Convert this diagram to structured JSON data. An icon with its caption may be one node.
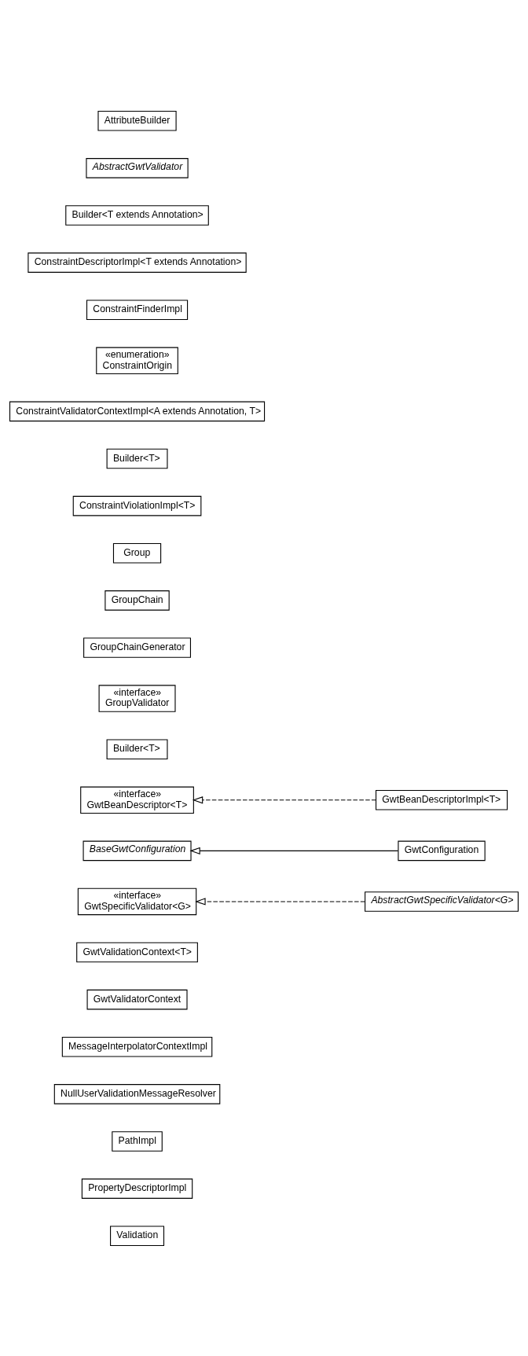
{
  "diagram": {
    "nodes": [
      {
        "text": [
          "AttributeBuilder"
        ]
      },
      {
        "text": [
          "AbstractGwtValidator"
        ]
      },
      {
        "text": [
          "Builder<T extends Annotation>"
        ]
      },
      {
        "text": [
          "ConstraintDescriptorImpl<T extends Annotation>"
        ]
      },
      {
        "text": [
          "ConstraintFinderImpl"
        ]
      },
      {
        "text": [
          "«enumeration»",
          "ConstraintOrigin"
        ]
      },
      {
        "text": [
          "ConstraintValidatorContextImpl<A extends Annotation, T>"
        ]
      },
      {
        "text": [
          "Builder<T>"
        ]
      },
      {
        "text": [
          "ConstraintViolationImpl<T>"
        ]
      },
      {
        "text": [
          "Group"
        ]
      },
      {
        "text": [
          "GroupChain"
        ]
      },
      {
        "text": [
          "GroupChainGenerator"
        ]
      },
      {
        "text": [
          "«interface»",
          "GroupValidator"
        ]
      },
      {
        "text": [
          "Builder<T>"
        ]
      },
      {
        "text": [
          "«interface»",
          "GwtBeanDescriptor<T>"
        ]
      },
      {
        "text": [
          "GwtBeanDescriptorImpl<T>"
        ]
      },
      {
        "text": [
          "BaseGwtConfiguration"
        ]
      },
      {
        "text": [
          "GwtConfiguration"
        ]
      },
      {
        "text": [
          "«interface»",
          "GwtSpecificValidator<G>"
        ]
      },
      {
        "text": [
          "AbstractGwtSpecificValidator<G>"
        ]
      },
      {
        "text": [
          "GwtValidationContext<T>"
        ]
      },
      {
        "text": [
          "GwtValidatorContext"
        ]
      },
      {
        "text": [
          "MessageInterpolatorContextImpl"
        ]
      },
      {
        "text": [
          "NullUserValidationMessageResolver"
        ]
      },
      {
        "text": [
          "PathImpl"
        ]
      },
      {
        "text": [
          "PropertyDescriptorImpl"
        ]
      },
      {
        "text": [
          "Validation"
        ]
      }
    ],
    "edges": [
      {
        "from": 15,
        "to": 14,
        "arrow": "to",
        "style": "dashed"
      },
      {
        "from": 17,
        "to": 16,
        "arrow": "to"
      },
      {
        "from": 19,
        "to": 18,
        "arrow": "to",
        "style": "dashed"
      }
    ]
  }
}
